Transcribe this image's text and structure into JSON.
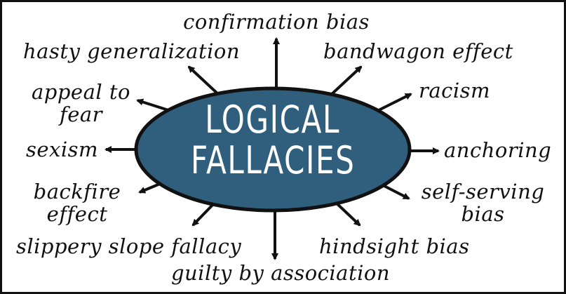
{
  "center": {
    "line1": "LOGICAL",
    "line2": "FALLACIES",
    "fill_color": "#2f5f7d",
    "outline_color": "#111111"
  },
  "labels": {
    "confirmation_bias": "confirmation bias",
    "hasty_generalization": "hasty generalization",
    "bandwagon_effect": "bandwagon effect",
    "appeal_to_fear_1": "appeal to",
    "appeal_to_fear_2": "fear",
    "racism": "racism",
    "sexism": "sexism",
    "anchoring": "anchoring",
    "backfire_effect_1": "backfire",
    "backfire_effect_2": "effect",
    "self_serving_bias_1": "self-serving",
    "self_serving_bias_2": "bias",
    "slippery_slope_fallacy": "slippery slope fallacy",
    "hindsight_bias": "hindsight bias",
    "guilty_by_association": "guilty by association"
  },
  "colors": {
    "ink": "#111111",
    "ellipse_fill": "#2f5f7d",
    "background": "#ffffff"
  }
}
